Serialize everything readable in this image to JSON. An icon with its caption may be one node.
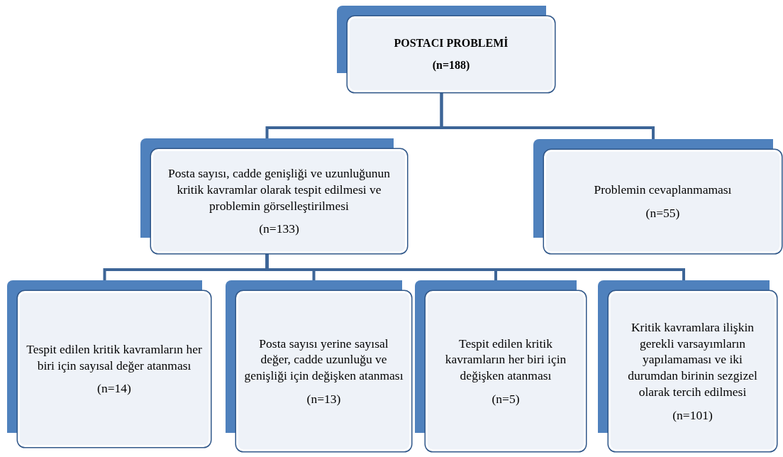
{
  "diagram": {
    "nodes": [
      {
        "text": [
          "POSTACI PROBLEMİ",
          "(n=188)"
        ]
      },
      {
        "text": [
          "Posta sayısı, cadde genişliği ve uzunluğunun kritik kavramlar olarak tespit edilmesi ve problemin görselleştirilmesi",
          "(n=133)"
        ]
      },
      {
        "text": [
          "Problemin cevaplanmaması",
          "(n=55)"
        ]
      },
      {
        "text": [
          "Tespit edilen kritik kavramların her biri için sayısal değer atanması",
          "(n=14)"
        ]
      },
      {
        "text": [
          "Posta sayısı yerine sayısal değer, cadde uzunluğu ve genişliği için değişken atanması",
          "(n=13)"
        ]
      },
      {
        "text": [
          "Tespit edilen kritik kavramların her biri için değişken atanması",
          "(n=5)"
        ]
      },
      {
        "text": [
          "Kritik kavramlara ilişkin gerekli varsayımların yapılamaması ve iki durumdan birinin sezgizel olarak tercih edilmesi",
          "(n=101)"
        ]
      }
    ],
    "edges": [
      {
        "from": 0,
        "to": 1,
        "arrow": "none"
      },
      {
        "from": 0,
        "to": 2,
        "arrow": "none"
      },
      {
        "from": 1,
        "to": 3,
        "arrow": "none"
      },
      {
        "from": 1,
        "to": 4,
        "arrow": "none"
      },
      {
        "from": 1,
        "to": 5,
        "arrow": "none"
      },
      {
        "from": 1,
        "to": 6,
        "arrow": "none"
      }
    ]
  }
}
